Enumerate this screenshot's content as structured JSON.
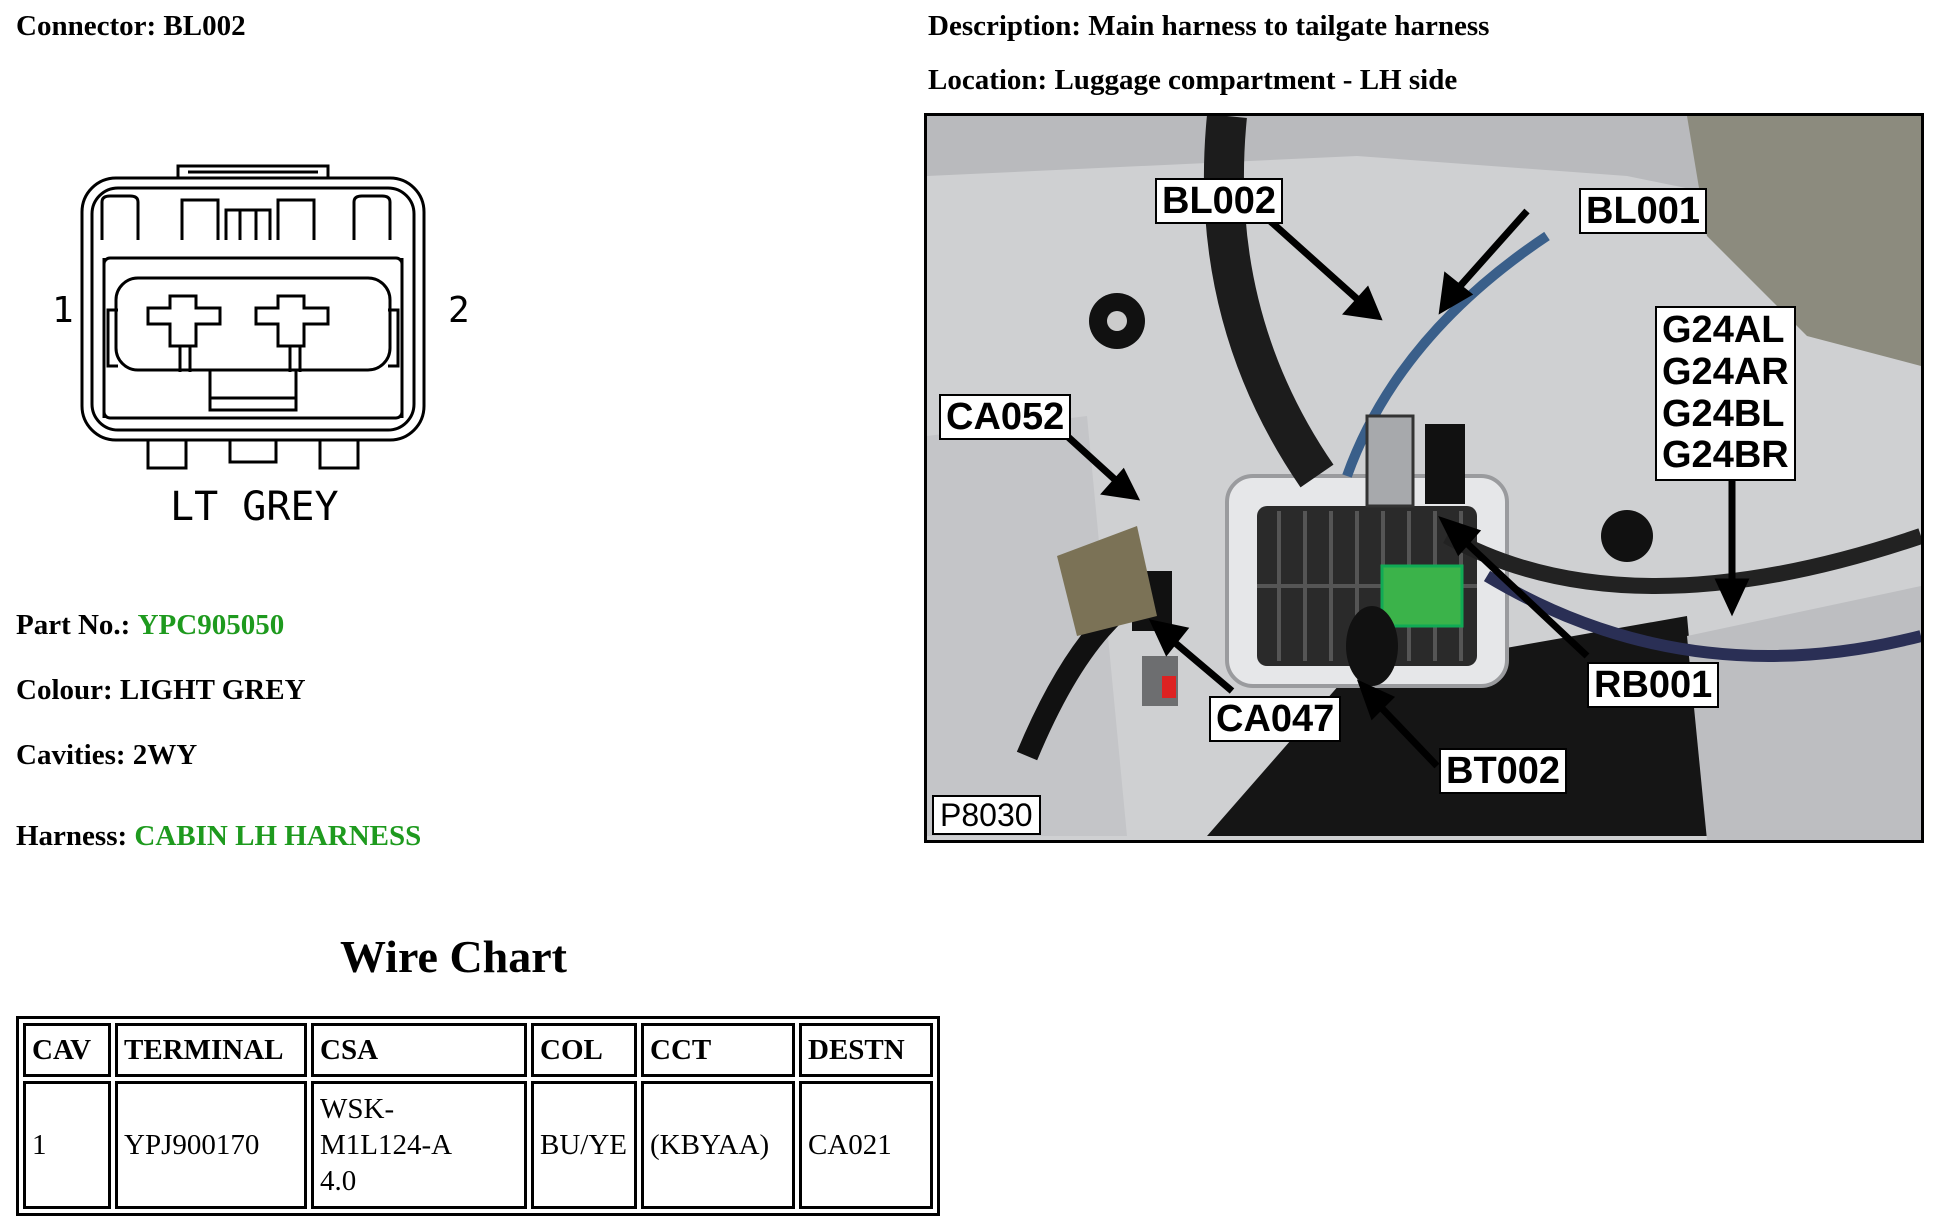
{
  "connector": {
    "label": "Connector:",
    "value": "BL002"
  },
  "description": {
    "label": "Description:",
    "value": "Main harness to tailgate harness"
  },
  "location": {
    "label": "Location:",
    "value": "Luggage compartment - LH side"
  },
  "diagram": {
    "pin_left": "1",
    "pin_right": "2",
    "colour_text": "LT GREY"
  },
  "part_no": {
    "label": "Part No.:",
    "value": "YPC905050"
  },
  "colour": {
    "label": "Colour:",
    "value": "LIGHT GREY"
  },
  "cavities": {
    "label": "Cavities:",
    "value": "2WY"
  },
  "harness": {
    "label": "Harness:",
    "value": "CABIN LH HARNESS"
  },
  "photo": {
    "ref": "P8030",
    "callouts": {
      "bl002": "BL002",
      "bl001": "BL001",
      "g24al": "G24AL",
      "g24ar": "G24AR",
      "g24bl": "G24BL",
      "g24br": "G24BR",
      "ca052": "CA052",
      "rb001": "RB001",
      "ca047": "CA047",
      "bt002": "BT002"
    }
  },
  "wire_chart": {
    "title": "Wire Chart",
    "headers": [
      "CAV",
      "TERMINAL",
      "CSA",
      "COL",
      "CCT",
      "DESTN"
    ],
    "rows": [
      {
        "cav": "1",
        "terminal": "YPJ900170",
        "csa_1": "WSK-",
        "csa_2": "M1L124-A",
        "csa_3": "4.0",
        "col": "BU/YE",
        "cct": "(KBYAA)",
        "destn": "CA021"
      }
    ]
  },
  "colors": {
    "accent_green": "#1e9a1e"
  }
}
